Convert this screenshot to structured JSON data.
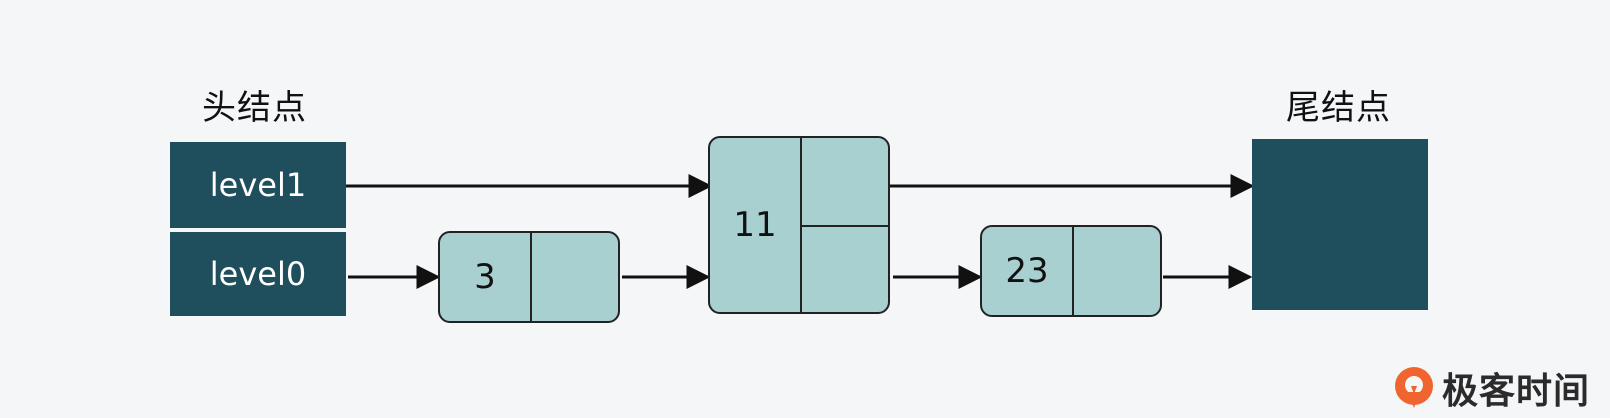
{
  "labels": {
    "head": "头结点",
    "tail": "尾结点"
  },
  "head_node": {
    "levels": [
      "level1",
      "level0"
    ]
  },
  "nodes": [
    {
      "value": "3"
    },
    {
      "value": "11"
    },
    {
      "value": "23"
    }
  ],
  "brand": {
    "name": "极客时间",
    "icon": "geektime-logo-icon"
  },
  "colors": {
    "head_tail_fill": "#1f4e5d",
    "node_fill": "#a9d0d1",
    "logo_orange": "#f0652f"
  }
}
